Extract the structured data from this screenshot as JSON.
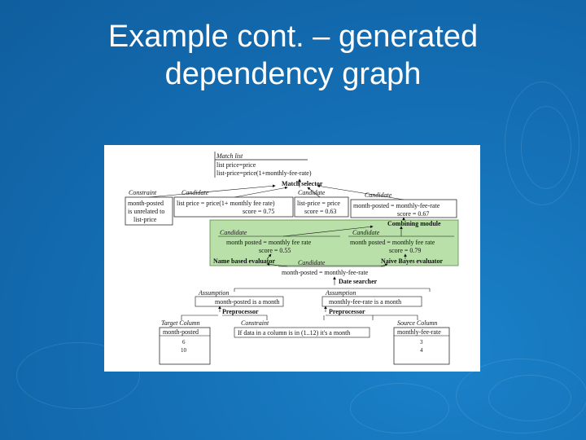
{
  "slide": {
    "title_line1": "Example cont. – generated",
    "title_line2": "dependency graph"
  },
  "colors": {
    "background": "#1570b6",
    "combining_region": "#b8e0a8",
    "figure_background": "#ffffff"
  },
  "graph": {
    "match_list": {
      "header": "Match list",
      "line1": "list price=price",
      "line2": "list-price=price(1+monthly-fee-rate)"
    },
    "match_selector": "Match selector",
    "constraint_top": {
      "header": "Constraint",
      "line1": "month-posted",
      "line2": "is unrelated to",
      "line3": "list-price"
    },
    "candidate_1": {
      "header": "Candidate",
      "line1": "list price = price(1+ monthly fee rate)",
      "line2": "score = 0.75"
    },
    "candidate_2": {
      "header": "Candidate",
      "line1": "list-price = price",
      "line2": "score = 0.63"
    },
    "candidate_3": {
      "header": "Candidate",
      "line1": "month-posted = monthly-fee-rate",
      "line2": "score = 0.67"
    },
    "combining_module": "Combining module",
    "candidate_4": {
      "header": "Candidate",
      "line1": "month posted = monthly fee rate",
      "line2": "score = 0.55"
    },
    "candidate_5": {
      "header": "Candidate",
      "line1": "month posted = monthly fee rate",
      "line2": "score = 0.79"
    },
    "name_evaluator": "Name based evaluator",
    "naive_bayes_evaluator": "Naive Bayes evaluator",
    "candidate_6": {
      "header": "Candidate",
      "line1": "month-posted = monthly-fee-rate"
    },
    "date_searcher": "Date searcher",
    "assumption_1": {
      "header": "Assumption",
      "line1": "month-posted is a month"
    },
    "assumption_2": {
      "header": "Assumption",
      "line1": "monthly-fee-rate is a month"
    },
    "preprocessor_1": "Preprocessor",
    "preprocessor_2": "Preprocessor",
    "target_column": {
      "header": "Target Column",
      "name": "month-posted",
      "values": [
        "6",
        "10"
      ]
    },
    "constraint_bottom": {
      "header": "Constraint",
      "line1": "If data in a column is in (1..12) it's a month"
    },
    "source_column": {
      "header": "Source Column",
      "name": "monthly-fee-rate",
      "values": [
        "3",
        "4"
      ]
    }
  }
}
